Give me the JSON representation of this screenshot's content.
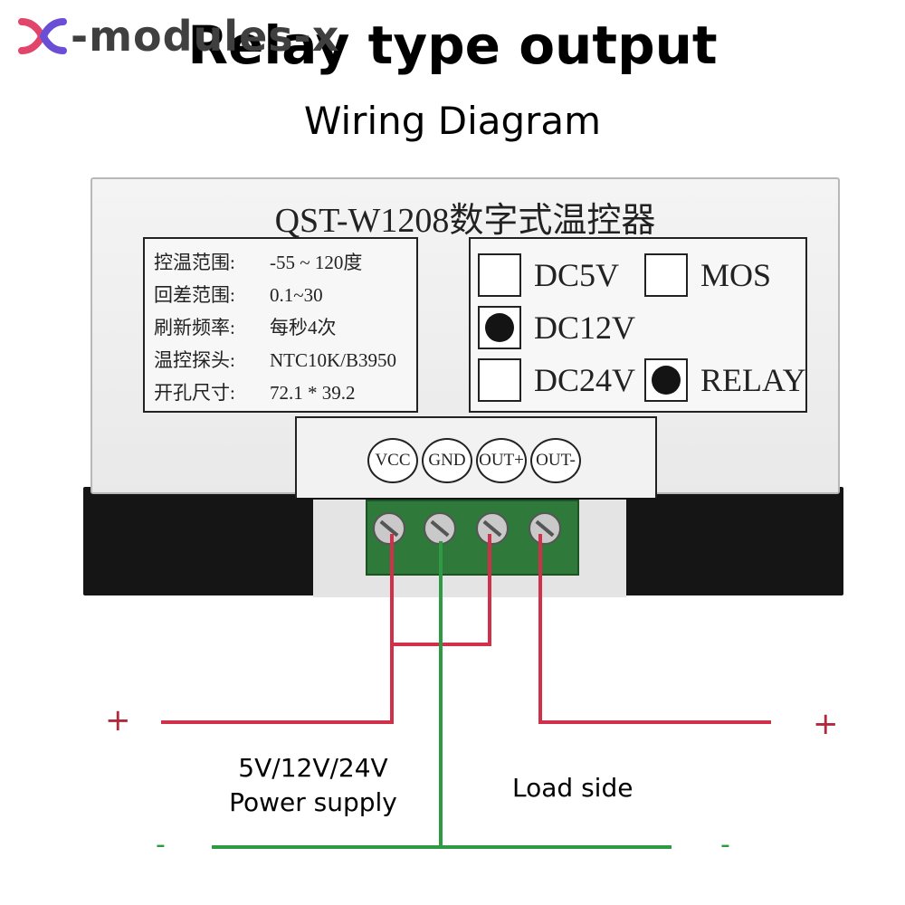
{
  "brand": {
    "name": "-modules-x"
  },
  "title": "Relay type output",
  "subtitle": "Wiring Diagram",
  "device": {
    "model_title": "QST-W1208数字式温控器",
    "specs": [
      {
        "label": "控温范围:",
        "value": "-55 ~ 120度"
      },
      {
        "label": "回差范围:",
        "value": "0.1~30"
      },
      {
        "label": "刷新频率:",
        "value": "每秒4次"
      },
      {
        "label": "温控探头:",
        "value": "NTC10K/B3950"
      },
      {
        "label": "开孔尺寸:",
        "value": "72.1 * 39.2"
      }
    ],
    "options": [
      {
        "label": "DC5V",
        "checked": false
      },
      {
        "label": "MOS",
        "checked": false
      },
      {
        "label": "DC12V",
        "checked": true
      },
      {
        "label": "DC24V",
        "checked": false
      },
      {
        "label": "RELAY",
        "checked": true
      }
    ],
    "terminals": [
      "VCC",
      "GND",
      "OUT+",
      "OUT-"
    ]
  },
  "wiring": {
    "power_plus": "+",
    "power_minus": "-",
    "load_plus": "+",
    "load_minus": "-",
    "power_label_line1": "5V/12V/24V",
    "power_label_line2": "Power supply",
    "load_label": "Load side",
    "positive_color": "#d0304a",
    "ground_color": "#2e9a43"
  }
}
